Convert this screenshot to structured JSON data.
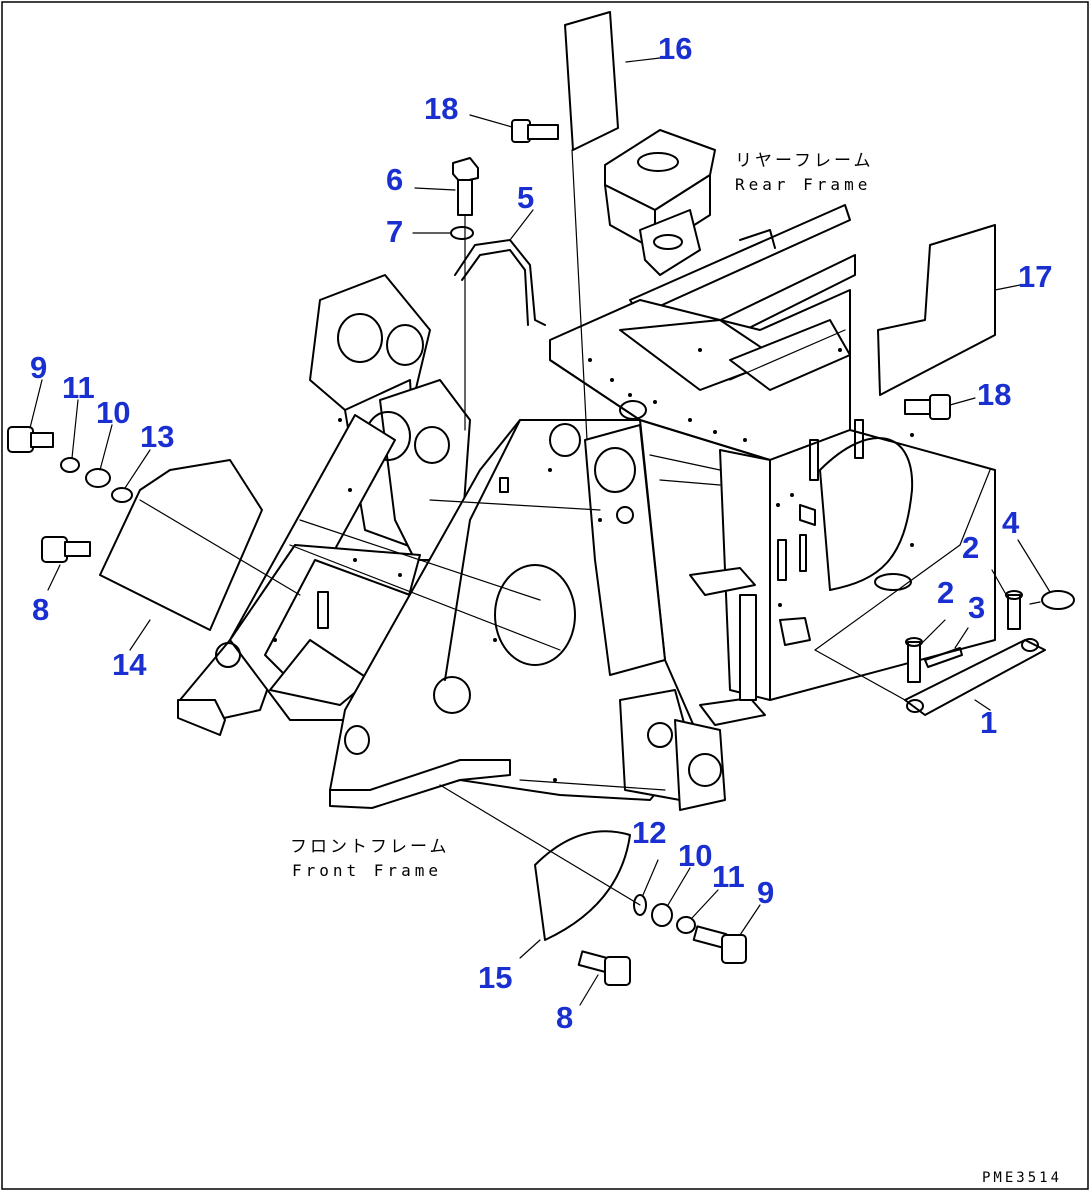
{
  "diagram": {
    "frame_labels": {
      "rear_jp": "リヤーフレーム",
      "rear_en": "Rear Frame",
      "front_jp": "フロントフレーム",
      "front_en": "Front Frame"
    },
    "doc_code": "PME3514",
    "callout_color": "#1a2fd0",
    "callouts": [
      "16",
      "18",
      "6",
      "5",
      "7",
      "17",
      "9",
      "11",
      "10",
      "13",
      "18",
      "4",
      "2",
      "2",
      "3",
      "8",
      "14",
      "1",
      "12",
      "10",
      "11",
      "9",
      "15",
      "8"
    ]
  }
}
